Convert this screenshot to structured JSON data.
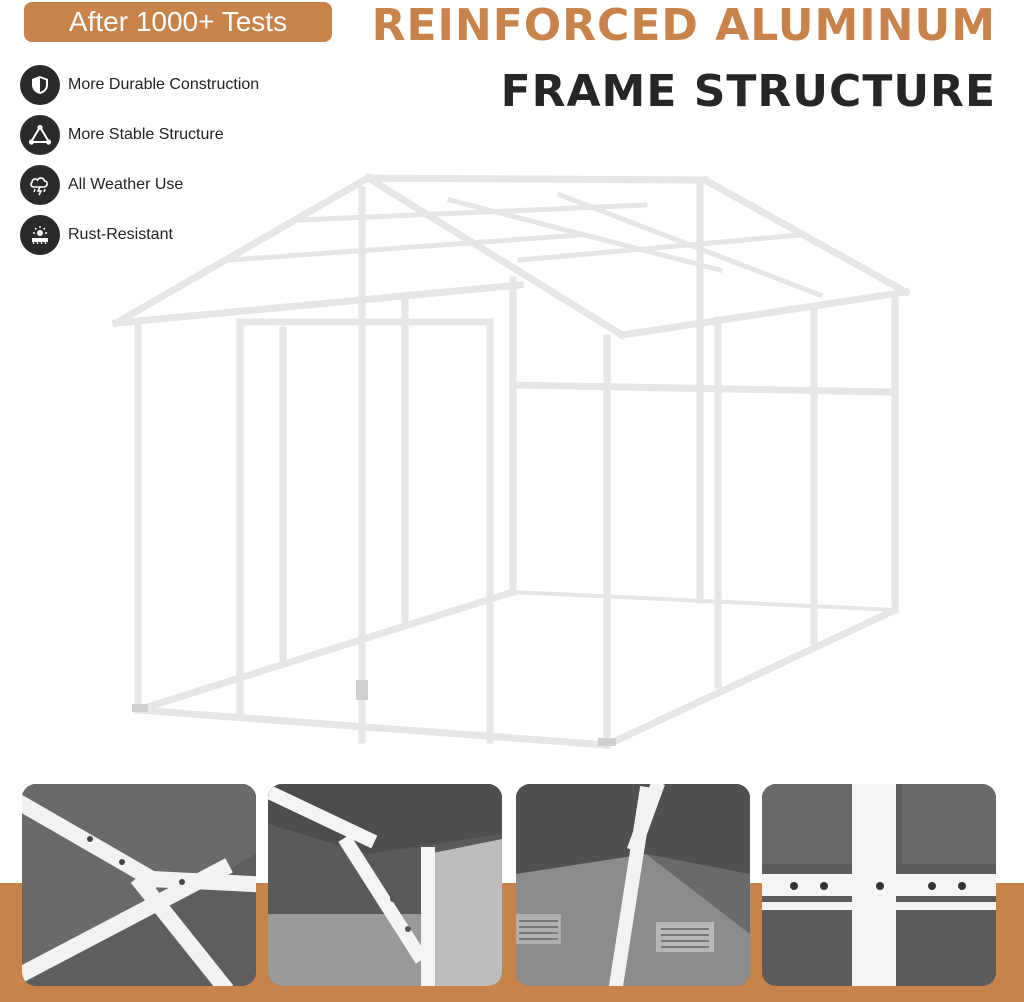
{
  "badge": {
    "text": "After 1000+ Tests"
  },
  "title": {
    "line1": "REINFORCED ALUMINUM",
    "line2": "FRAME STRUCTURE"
  },
  "features": [
    {
      "label": "More Durable Construction",
      "icon": "shield-icon"
    },
    {
      "label": "More Stable Structure",
      "icon": "triangle-structure-icon"
    },
    {
      "label": "All Weather Use",
      "icon": "weather-cloud-icon"
    },
    {
      "label": "Rust-Resistant",
      "icon": "rust-resistant-icon"
    }
  ],
  "colors": {
    "accent": "#c8834b",
    "dark": "#262626",
    "frame": "#e9e9e9"
  },
  "detail_photos": [
    {
      "icon": "roof-truss-detail"
    },
    {
      "icon": "corner-bracket-detail"
    },
    {
      "icon": "gable-vent-detail"
    },
    {
      "icon": "joint-connector-detail"
    }
  ]
}
